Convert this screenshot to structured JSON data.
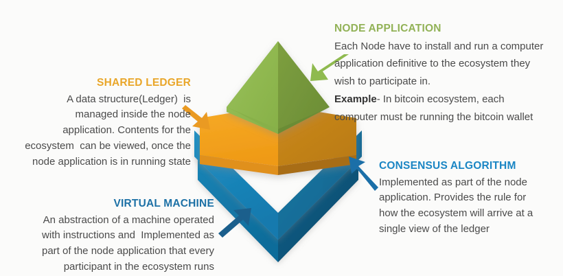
{
  "colors": {
    "background": "#fbfbfa",
    "body_text": "#4a4a4a",
    "green_heading": "#92b257",
    "orange_heading": "#e9a629",
    "blue_heading": "#1b86c4",
    "dark_blue_heading": "#1d71a6",
    "green_left_face": "#8fb94f",
    "green_right_face": "#73953a",
    "orange_left_face": "#f2a01e",
    "orange_right_face": "#c1811a",
    "orange_top_band": "#f5c37c",
    "blue_left_face": "#1a86b8",
    "blue_right_face": "#146b96",
    "blue_highlight": "#4ab4e6",
    "blue_dark_base": "#0d5a80"
  },
  "diagram": {
    "name": "blockchain-ecosystem-layers-diamond",
    "layers": [
      {
        "id": "node-application",
        "label": "Node Application",
        "color": "#8fb94f",
        "position": "top"
      },
      {
        "id": "shared-ledger",
        "label": "Shared Ledger",
        "color": "#f2a01e",
        "position": "middle"
      },
      {
        "id": "virtual-machine-consensus",
        "label": "Virtual Machine / Consensus",
        "color": "#1a86b8",
        "position": "bottom"
      }
    ]
  },
  "blocks": {
    "node_application": {
      "heading": "NODE APPLICATION",
      "lines": [
        "Each Node have to install and run a computer",
        "application definitive to the ecosystem they",
        "wish to participate in."
      ],
      "example_label": "Example",
      "example_lines": [
        "- In bitcoin ecosystem, each",
        "computer must be running the bitcoin wallet"
      ]
    },
    "shared_ledger": {
      "heading": "SHARED LEDGER",
      "lines": [
        "A data structure(Ledger)  is",
        "managed inside the node",
        "application. Contents for the",
        "ecosystem  can be viewed, once the",
        "node application is in running state"
      ]
    },
    "virtual_machine": {
      "heading": "VIRTUAL MACHINE",
      "lines": [
        "An abstraction of a machine operated",
        "with instructions and  Implemented as",
        "part of the node application that every",
        "participant in the ecosystem runs"
      ]
    },
    "consensus_algorithm": {
      "heading": "CONSENSUS ALGORITHM",
      "lines": [
        "Implemented as part of the node",
        "application. Provides the rule for",
        "how the ecosystem will arrive at a",
        "single view of the ledger"
      ]
    }
  },
  "arrows": [
    {
      "id": "green-arrow",
      "points_to": "node-application",
      "color": "#8fb94f",
      "direction": "down-left"
    },
    {
      "id": "orange-arrow",
      "points_to": "shared-ledger",
      "color": "#ea9a22",
      "direction": "down-right"
    },
    {
      "id": "blue-arrow-right",
      "points_to": "consensus-algorithm",
      "color": "#1b6fa8",
      "direction": "up-left"
    },
    {
      "id": "blue-arrow-left",
      "points_to": "virtual-machine",
      "color": "#1b5f8c",
      "direction": "up-right"
    }
  ]
}
